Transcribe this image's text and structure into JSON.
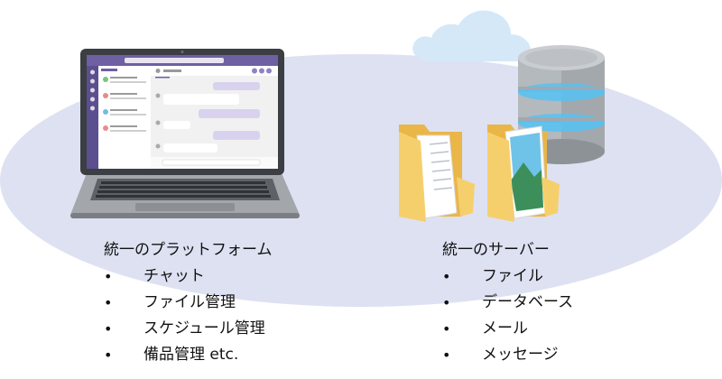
{
  "platform": {
    "heading": "統一のプラットフォーム",
    "items": [
      "チャット",
      "ファイル管理",
      "スケジュール管理",
      "備品管理 etc."
    ]
  },
  "server": {
    "heading": "統一のサーバー",
    "items": [
      "ファイル",
      "データベース",
      "メール",
      "メッセージ"
    ]
  },
  "colors": {
    "ellipse": "#dde1f2",
    "cloud": "#d4e8f8",
    "app_accent": "#7b6aa8",
    "chat_bubble": "#d8d2ee",
    "folder": "#f6cf6d",
    "folder_dark": "#e2ad3d",
    "db_body": "#9aa0a6",
    "db_glow": "#4fc3f7",
    "laptop_body": "#8a8d91"
  },
  "icons": [
    "laptop-icon",
    "cloud-icon",
    "database-icon",
    "document-folder-icon",
    "photo-folder-icon"
  ]
}
